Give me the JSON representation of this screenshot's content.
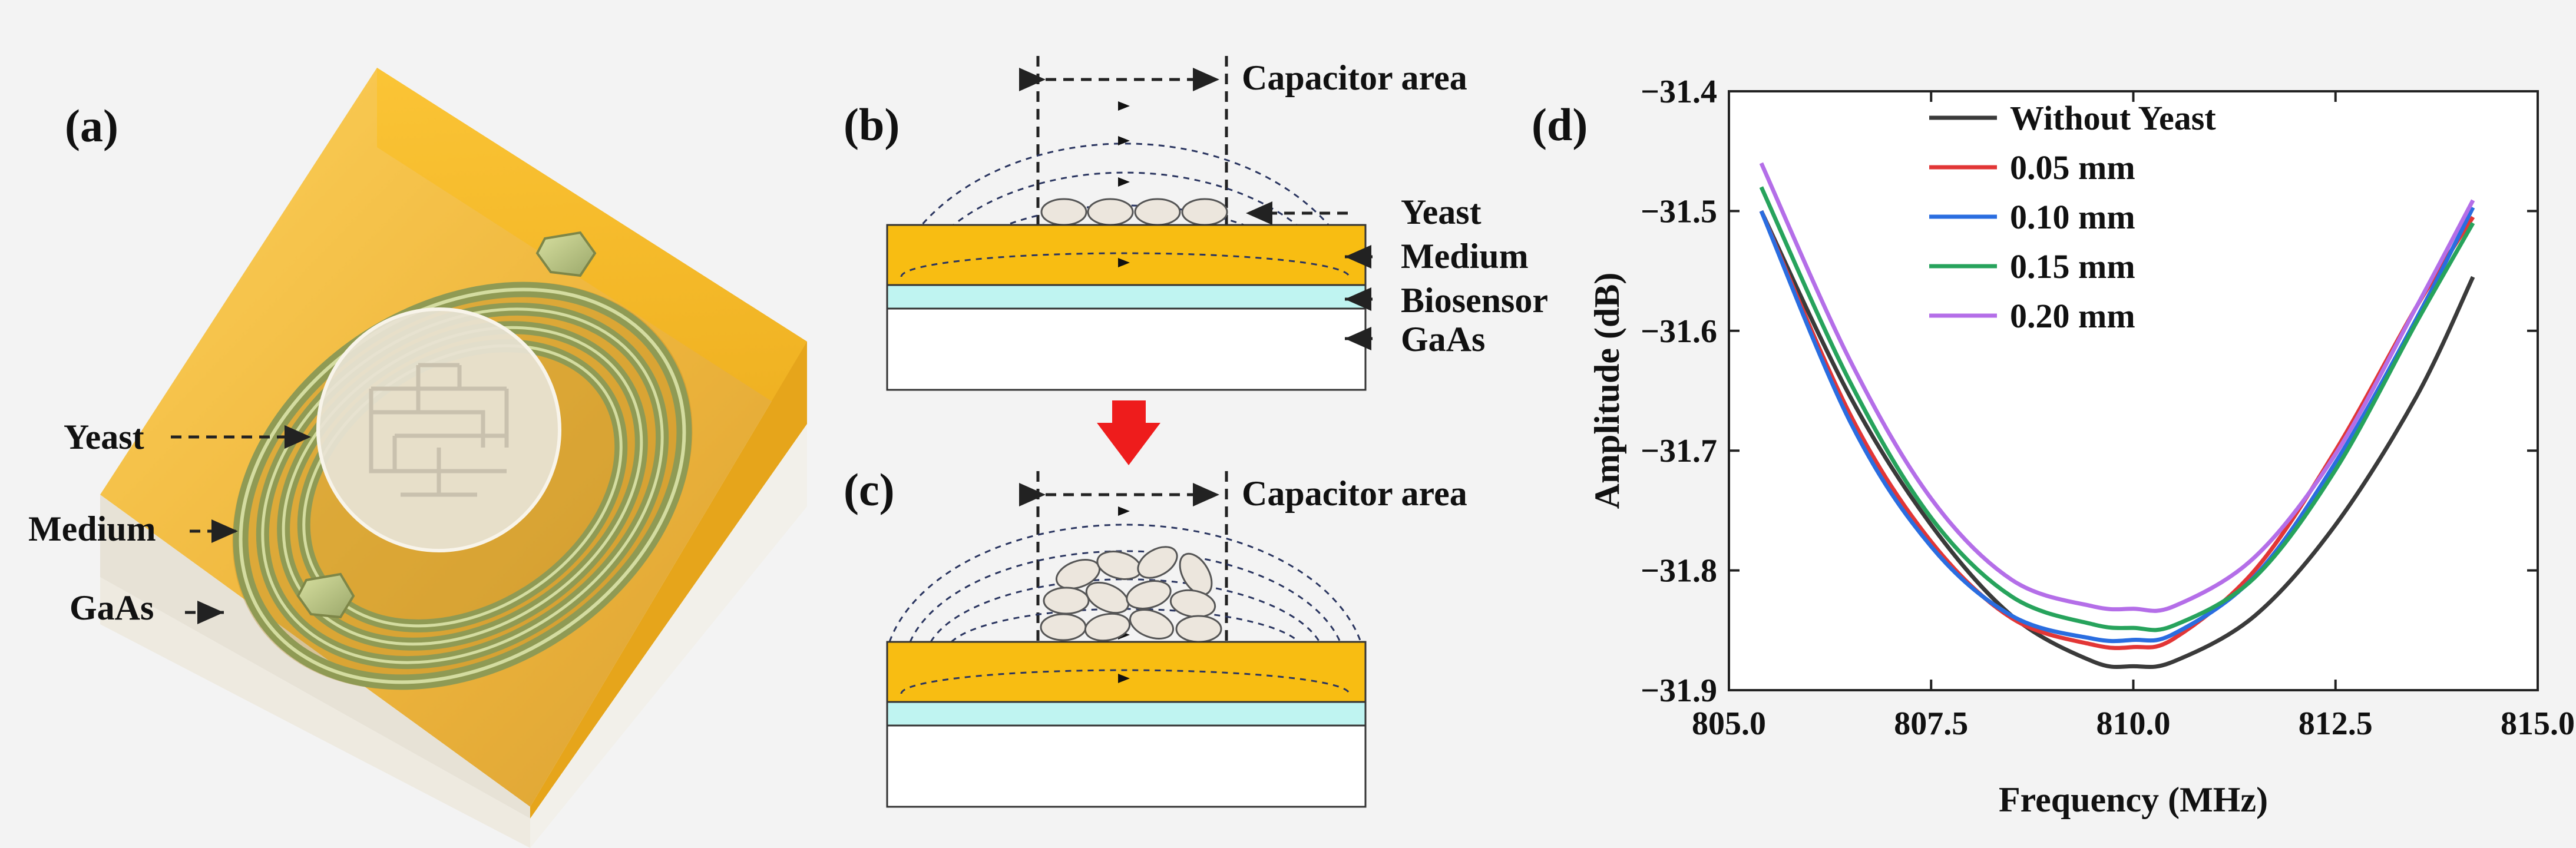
{
  "panels": {
    "a": {
      "tag": "(a)",
      "labels": {
        "yeast": "Yeast",
        "medium": "Medium",
        "gaas": "GaAs"
      }
    },
    "b": {
      "tag": "(b)",
      "capacitor_label": "Capacitor area",
      "layers": {
        "yeast": "Yeast",
        "medium": "Medium",
        "biosensor": "Biosensor",
        "gaas": "GaAs"
      }
    },
    "c": {
      "tag": "(c)",
      "capacitor_label": "Capacitor area"
    },
    "d": {
      "tag": "(d)"
    }
  },
  "colors": {
    "medium": "#f8bd12",
    "biosensor": "#bff4f1",
    "gaas": "#ffffff",
    "arrow_red": "#ee1c1c"
  },
  "chart_data": {
    "type": "line",
    "title": "",
    "xlabel": "Frequency (MHz)",
    "ylabel": "Amplitude (dB)",
    "xlim": [
      805.0,
      815.0
    ],
    "ylim": [
      -31.9,
      -31.4
    ],
    "xticks": [
      805.0,
      807.5,
      810.0,
      812.5,
      815.0
    ],
    "yticks": [
      -31.4,
      -31.5,
      -31.6,
      -31.7,
      -31.8,
      -31.9
    ],
    "xtick_labels": [
      "805.0",
      "807.5",
      "810.0",
      "812.5",
      "815.0"
    ],
    "ytick_labels": [
      "−31.4",
      "−31.5",
      "−31.6",
      "−31.7",
      "−31.8",
      "−31.9"
    ],
    "legend_position": "top-left",
    "grid": false,
    "series": [
      {
        "name": "Without Yeast",
        "color": "#3a3a3a",
        "points": [
          [
            805.4,
            -31.5
          ],
          [
            806.5,
            -31.655
          ],
          [
            807.5,
            -31.762
          ],
          [
            808.5,
            -31.838
          ],
          [
            809.5,
            -31.876
          ],
          [
            810.0,
            -31.88
          ],
          [
            810.5,
            -31.876
          ],
          [
            811.5,
            -31.838
          ],
          [
            812.5,
            -31.762
          ],
          [
            813.5,
            -31.655
          ],
          [
            814.2,
            -31.555
          ]
        ]
      },
      {
        "name": "0.05 mm",
        "color": "#e23636",
        "points": [
          [
            805.4,
            -31.5
          ],
          [
            806.5,
            -31.67
          ],
          [
            807.5,
            -31.776
          ],
          [
            808.5,
            -31.84
          ],
          [
            809.5,
            -31.862
          ],
          [
            810.0,
            -31.864
          ],
          [
            810.5,
            -31.857
          ],
          [
            811.5,
            -31.8
          ],
          [
            812.5,
            -31.7
          ],
          [
            813.5,
            -31.58
          ],
          [
            814.2,
            -31.505
          ]
        ]
      },
      {
        "name": "0.10 mm",
        "color": "#2a6de0",
        "points": [
          [
            805.4,
            -31.5
          ],
          [
            806.5,
            -31.676
          ],
          [
            807.5,
            -31.78
          ],
          [
            808.5,
            -31.838
          ],
          [
            809.5,
            -31.857
          ],
          [
            810.0,
            -31.858
          ],
          [
            810.5,
            -31.853
          ],
          [
            811.5,
            -31.805
          ],
          [
            812.5,
            -31.71
          ],
          [
            813.5,
            -31.59
          ],
          [
            814.2,
            -31.497
          ]
        ]
      },
      {
        "name": "0.15 mm",
        "color": "#27a35c",
        "points": [
          [
            805.4,
            -31.48
          ],
          [
            806.5,
            -31.643
          ],
          [
            807.5,
            -31.756
          ],
          [
            808.5,
            -31.822
          ],
          [
            809.5,
            -31.845
          ],
          [
            810.0,
            -31.848
          ],
          [
            810.5,
            -31.846
          ],
          [
            811.5,
            -31.806
          ],
          [
            812.5,
            -31.716
          ],
          [
            813.5,
            -31.593
          ],
          [
            814.2,
            -31.51
          ]
        ]
      },
      {
        "name": "0.20 mm",
        "color": "#b46ee8",
        "points": [
          [
            805.4,
            -31.46
          ],
          [
            806.5,
            -31.625
          ],
          [
            807.5,
            -31.74
          ],
          [
            808.5,
            -31.808
          ],
          [
            809.5,
            -31.83
          ],
          [
            810.0,
            -31.832
          ],
          [
            810.5,
            -31.83
          ],
          [
            811.5,
            -31.789
          ],
          [
            812.5,
            -31.703
          ],
          [
            813.5,
            -31.58
          ],
          [
            814.2,
            -31.491
          ]
        ]
      }
    ]
  }
}
